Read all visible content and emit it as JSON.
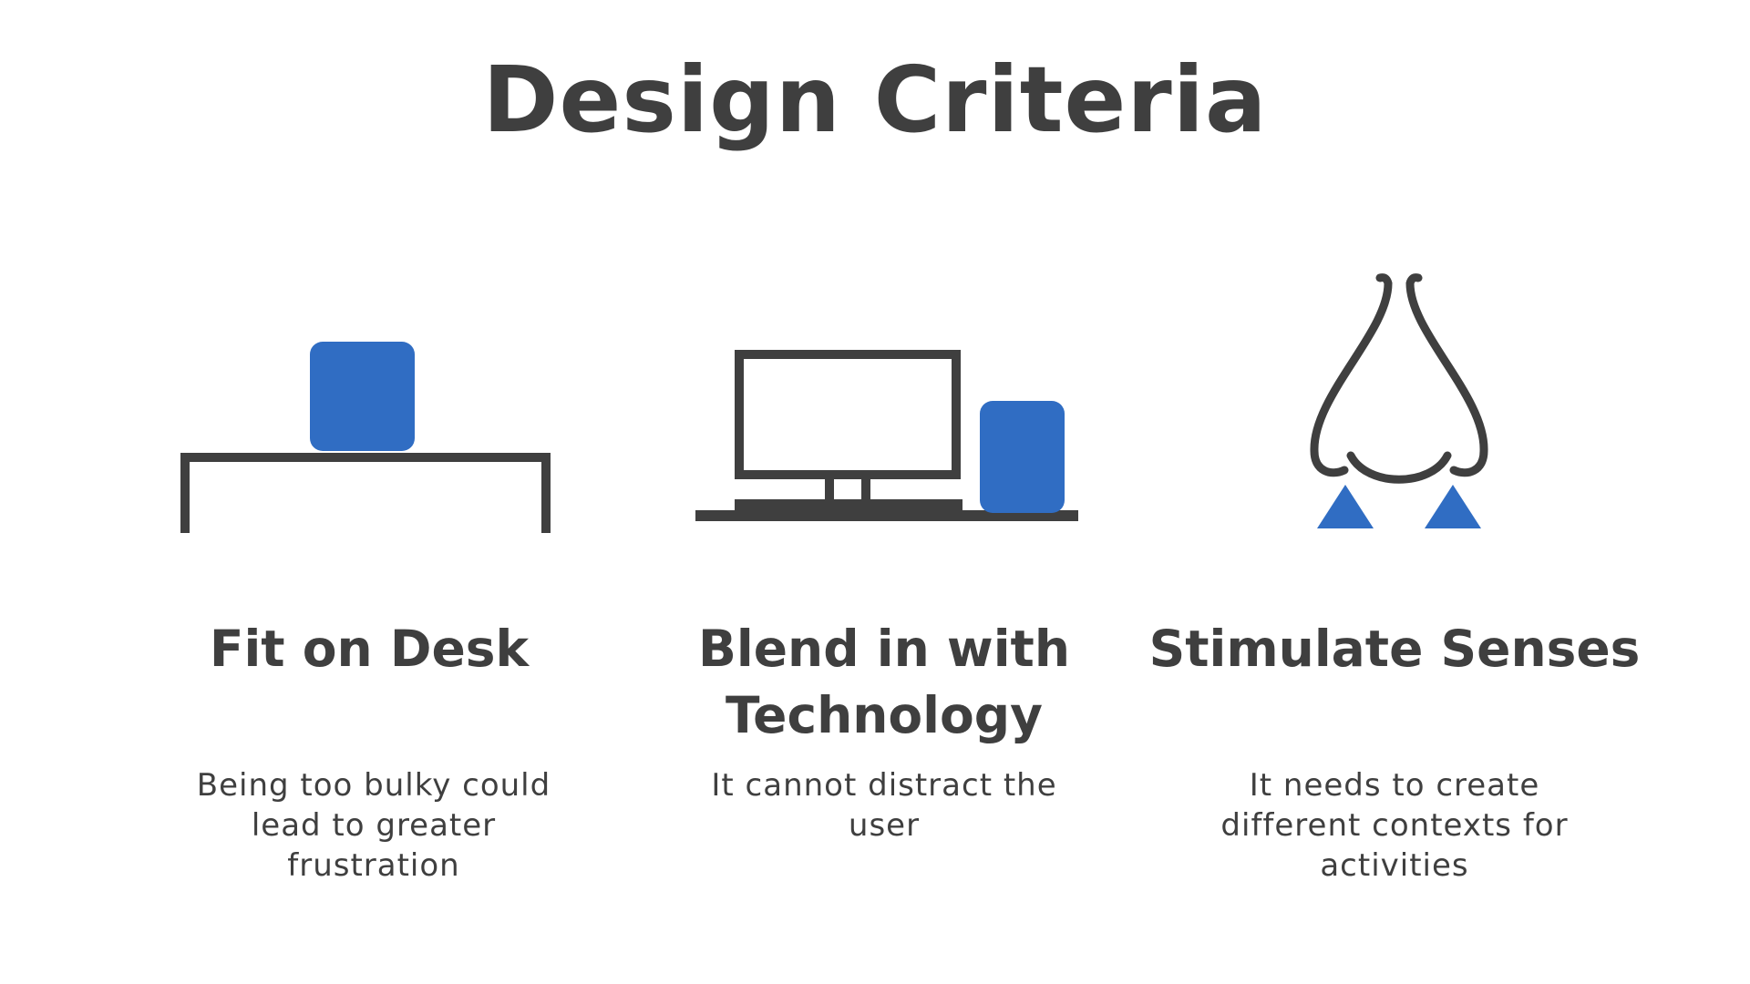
{
  "title": "Design Criteria",
  "colors": {
    "text": "#3f3f3f",
    "accent": "#306dc3"
  },
  "criteria": [
    {
      "icon": "desk-with-box-icon",
      "title": "Fit on Desk",
      "description": "Being too bulky could lead to greater frustration"
    },
    {
      "icon": "monitor-with-device-icon",
      "title": "Blend in with Technology",
      "description": "It cannot distract the user"
    },
    {
      "icon": "nose-with-scent-icon",
      "title": "Stimulate Senses",
      "description": "It needs to create different contexts for activities"
    }
  ]
}
